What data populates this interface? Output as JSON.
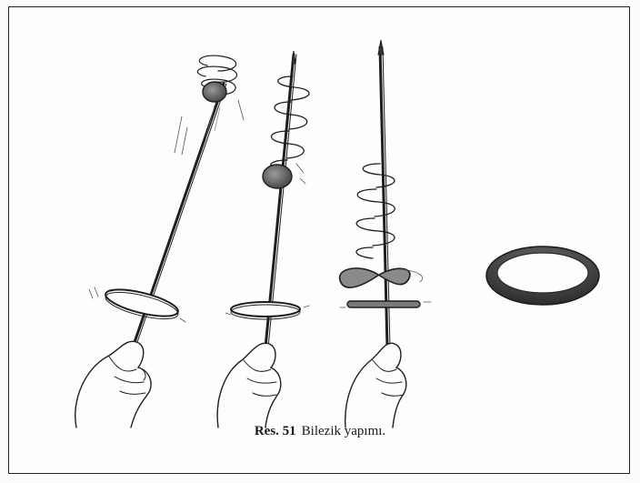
{
  "caption": {
    "label": "Res. 51",
    "text": "Bilezik yapımı."
  },
  "illustration": {
    "panels": [
      {
        "stage": 1,
        "content": "whirling spindle with small blob of material at tip"
      },
      {
        "stage": 2,
        "content": "spindle with blob lower and a coil forming"
      },
      {
        "stage": 3,
        "content": "spindle with coil twisted into a loop"
      },
      {
        "stage": 4,
        "content": "finished ring"
      }
    ]
  },
  "colors": {
    "ink": "#1e1e1e",
    "ring": "#3a3a3a",
    "paper": "#fdfdfc",
    "frame": "#222222"
  }
}
